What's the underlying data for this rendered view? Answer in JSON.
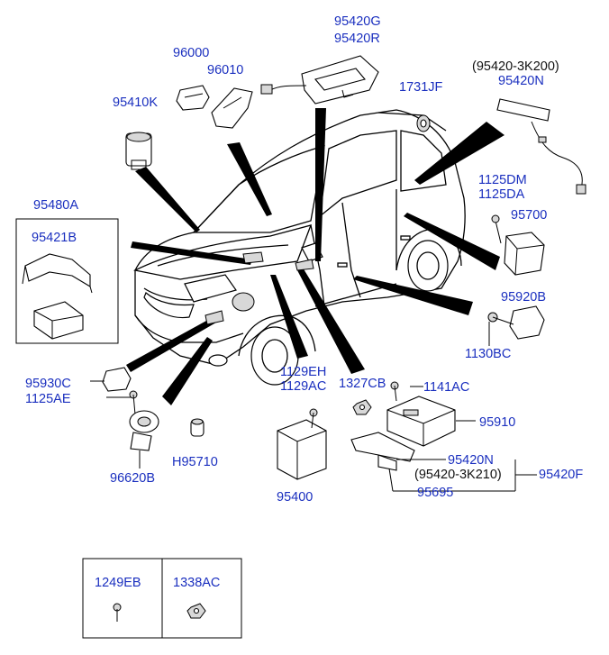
{
  "labels": {
    "p95420g": "95420G",
    "p95420r": "95420R",
    "p96000": "96000",
    "p96010": "96010",
    "p95410k": "95410K",
    "p1731jf": "1731JF",
    "p95420_3k200": "(95420-3K200)",
    "p95420n_top": "95420N",
    "p95480a": "95480A",
    "p95421b": "95421B",
    "p1125dm": "1125DM",
    "p1125da": "1125DA",
    "p95700": "95700",
    "p95920b": "95920B",
    "p1130bc": "1130BC",
    "p95930c": "95930C",
    "p1125ae": "1125AE",
    "p1129eh": "1129EH",
    "p1129ac": "1129AC",
    "p1327cb": "1327CB",
    "p1141ac": "1141AC",
    "p95910": "95910",
    "p95420n_bot": "95420N",
    "p95420_3k210": "(95420-3K210)",
    "p95420f": "95420F",
    "p95695": "95695",
    "p96620b": "96620B",
    "p95710": "H95710",
    "p95400": "95400",
    "p1249eb": "1249EB",
    "p1338ac": "1338AC"
  }
}
